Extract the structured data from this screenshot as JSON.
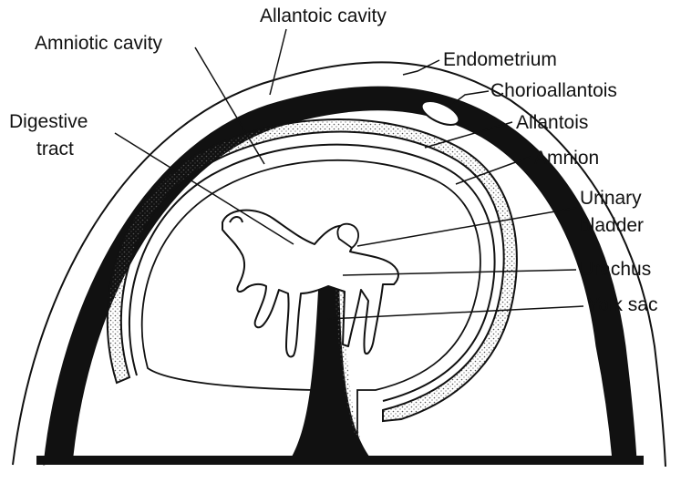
{
  "diagram": {
    "labels": {
      "allantoic_cavity": "Allantoic cavity",
      "amniotic_cavity": "Amniotic cavity",
      "endometrium": "Endometrium",
      "chorioallantois": "Chorioallantois",
      "digestive_tract_line1": "Digestive",
      "digestive_tract_line2": "tract",
      "allantois": "Allantois",
      "amnion": "Amnion",
      "urinary_bladder_line1": "Urinary",
      "urinary_bladder_line2": "bladder",
      "urachus": "Urachus",
      "yolk_sac": "Yolk sac"
    },
    "colors": {
      "ink": "#111111",
      "background": "#ffffff",
      "stipple": "#555555"
    }
  }
}
